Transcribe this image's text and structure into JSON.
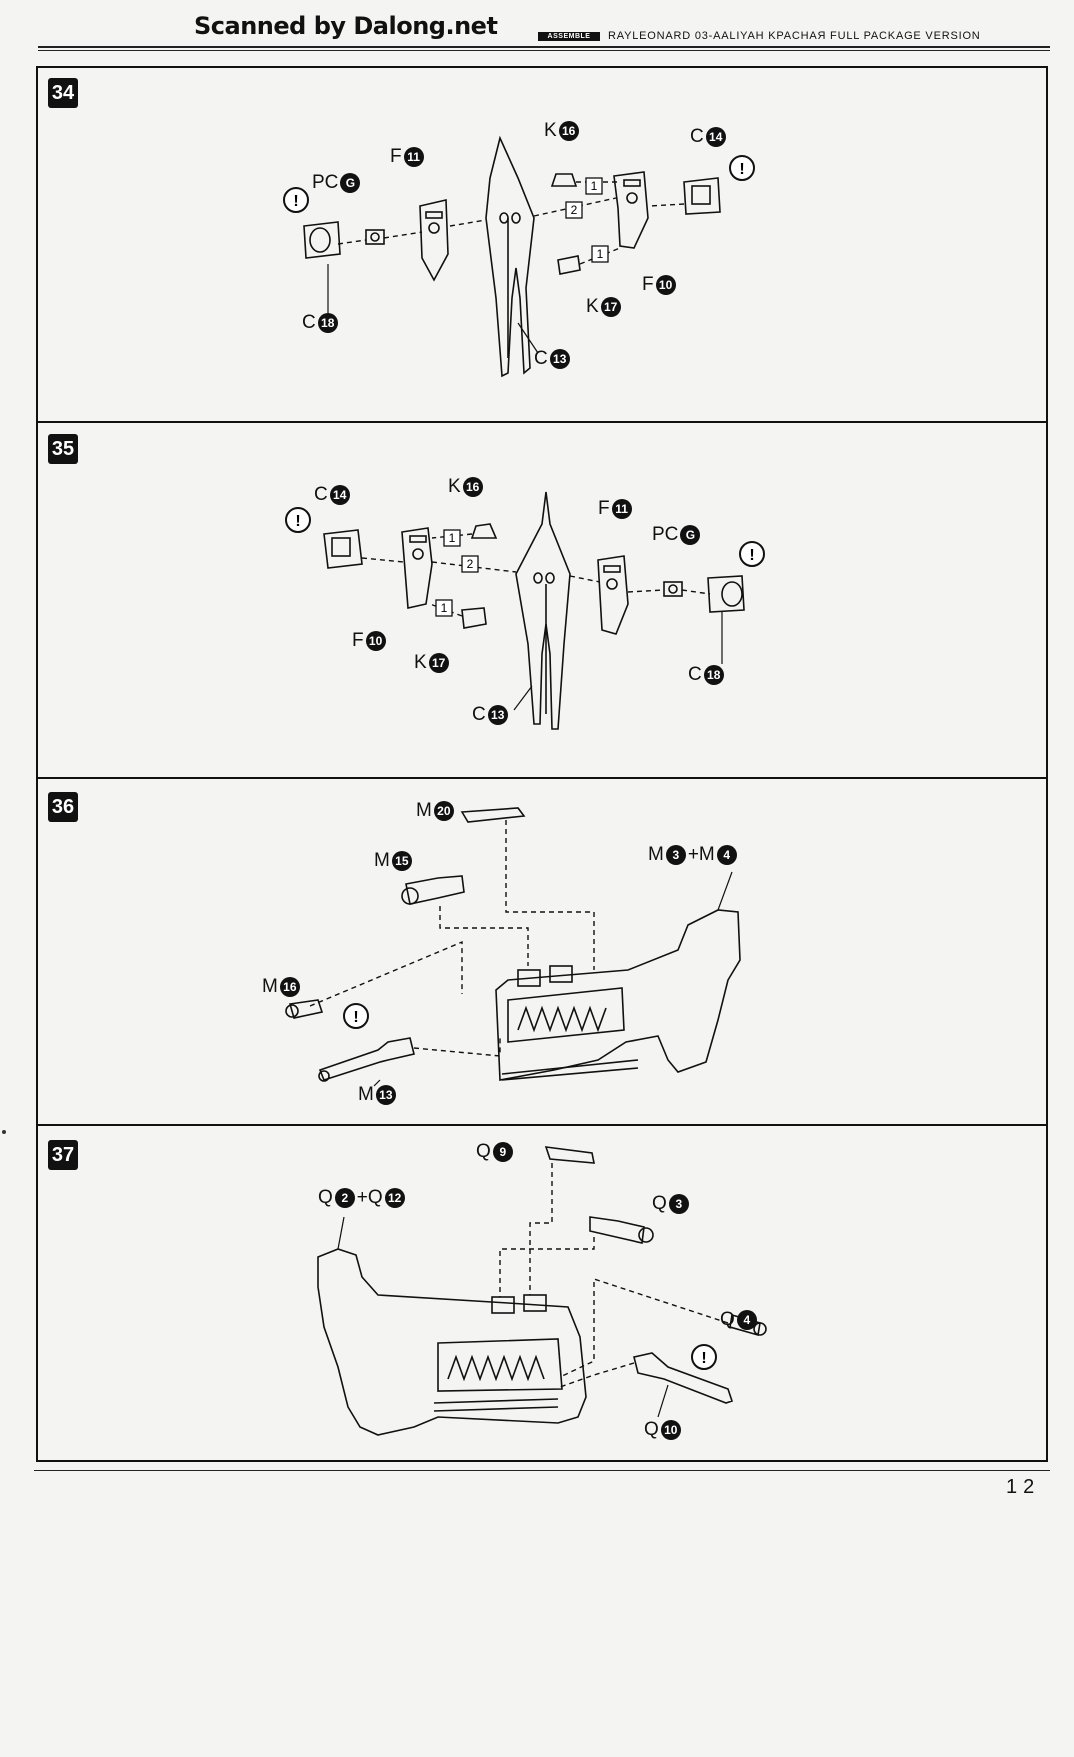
{
  "header": {
    "scanner_credit": "Scanned by Dalong.net",
    "assemble_tag": "ASSEMBLE",
    "kit_title": "RAYLEONARD 03-AALIYAH KPACHAЯ FULL PACKAGE VERSION"
  },
  "steps": [
    {
      "number": "34",
      "labels": [
        {
          "id": "k16",
          "prefix": "K",
          "num": "16"
        },
        {
          "id": "c14",
          "prefix": "C",
          "num": "14"
        },
        {
          "id": "f11",
          "prefix": "F",
          "num": "11"
        },
        {
          "id": "pcg",
          "prefix": "PC",
          "num": "G"
        },
        {
          "id": "c18",
          "prefix": "C",
          "num": "18"
        },
        {
          "id": "k17",
          "prefix": "K",
          "num": "17"
        },
        {
          "id": "f10",
          "prefix": "F",
          "num": "10"
        },
        {
          "id": "c13",
          "prefix": "C",
          "num": "13"
        }
      ],
      "sequence": [
        "1",
        "2",
        "1"
      ]
    },
    {
      "number": "35",
      "labels": [
        {
          "id": "c14",
          "prefix": "C",
          "num": "14"
        },
        {
          "id": "k16",
          "prefix": "K",
          "num": "16"
        },
        {
          "id": "f11",
          "prefix": "F",
          "num": "11"
        },
        {
          "id": "pcg",
          "prefix": "PC",
          "num": "G"
        },
        {
          "id": "f10",
          "prefix": "F",
          "num": "10"
        },
        {
          "id": "k17",
          "prefix": "K",
          "num": "17"
        },
        {
          "id": "c18",
          "prefix": "C",
          "num": "18"
        },
        {
          "id": "c13",
          "prefix": "C",
          "num": "13"
        }
      ],
      "sequence": [
        "1",
        "2",
        "1"
      ]
    },
    {
      "number": "36",
      "labels": [
        {
          "id": "m20",
          "text": "M",
          "num": "20"
        },
        {
          "id": "m15",
          "text": "M",
          "num": "15"
        },
        {
          "id": "m3m4",
          "text": "M",
          "num": "3",
          "plus": "+M",
          "num2": "4"
        },
        {
          "id": "m16",
          "text": "M",
          "num": "16"
        },
        {
          "id": "m13",
          "text": "M",
          "num": "13"
        }
      ]
    },
    {
      "number": "37",
      "labels": [
        {
          "id": "q9",
          "text": "Q",
          "num": "9"
        },
        {
          "id": "q2q12",
          "text": "Q",
          "num": "2",
          "plus": "+Q",
          "num2": "12"
        },
        {
          "id": "q3",
          "text": "Q",
          "num": "3"
        },
        {
          "id": "q4",
          "text": "Q",
          "num": "4"
        },
        {
          "id": "q10",
          "text": "Q",
          "num": "10"
        }
      ]
    }
  ],
  "page_number": "12",
  "icons": [
    "caution-icon",
    "part-number-badge",
    "dashed-assembly-arrow"
  ]
}
